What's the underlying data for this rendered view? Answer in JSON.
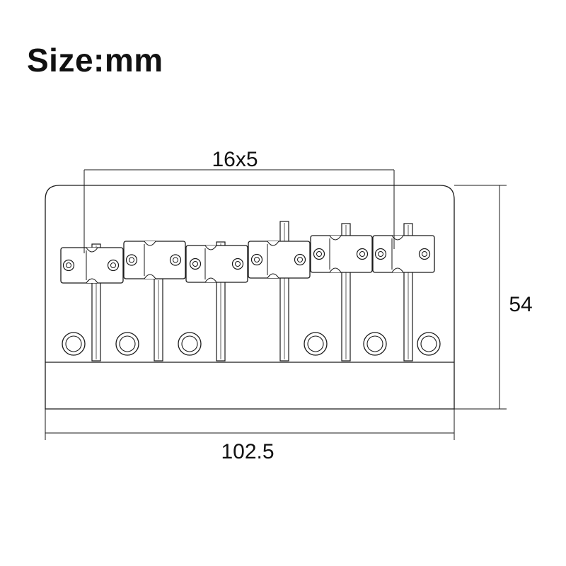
{
  "title": "Size:mm",
  "dimensions": {
    "spacing": "16x5",
    "height": "54",
    "width": "102.5"
  },
  "saddles": [
    {
      "name": "saddle-1"
    },
    {
      "name": "saddle-2"
    },
    {
      "name": "saddle-3"
    },
    {
      "name": "saddle-4"
    },
    {
      "name": "saddle-5"
    },
    {
      "name": "saddle-6"
    }
  ]
}
